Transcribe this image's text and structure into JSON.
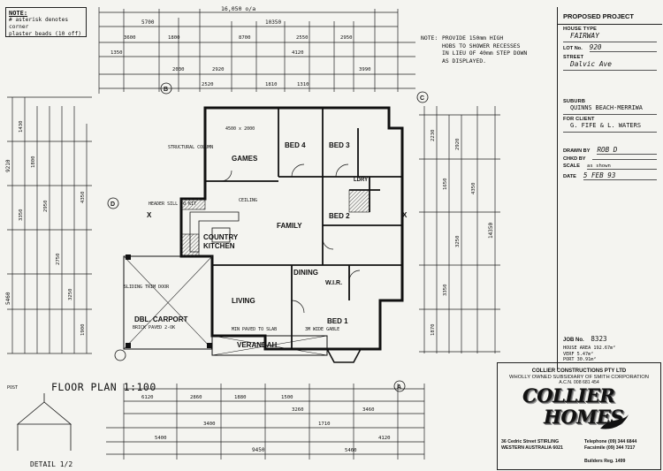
{
  "note_box": {
    "heading": "NOTE:",
    "line1": "# asterisk denotes corner",
    "line2": "plaster beads (10 off)"
  },
  "top_note": {
    "label": "NOTE:",
    "lines": [
      "PROVIDE 150mm HIGH",
      "HOBS TO SHOWER RECESSES",
      "IN LIEU OF 40mm STEP DOWN",
      "AS DISPLAYED."
    ]
  },
  "title_block": {
    "heading": "PROPOSED PROJECT",
    "house_type_label": "HOUSE TYPE",
    "house_type": "FAIRWAY",
    "lot_label": "LOT No.",
    "lot": "920",
    "street_label": "STREET",
    "street": "Dalvic Ave",
    "suburb_label": "SUBURB",
    "suburb": "QUINNS BEACH-MERRIWA",
    "client_label": "FOR CLIENT",
    "client": "G. FIFE & L. WATERS",
    "drawn_label": "DRAWN BY",
    "drawn": "ROB D",
    "checked_label": "CHKD BY",
    "checked": "",
    "scale_label": "SCALE",
    "scale": "as shown",
    "date_label": "DATE",
    "date": "5 FEB 93",
    "job_label": "JOB No.",
    "job": "8323",
    "area_lines": [
      "HOUSE AREA 192.67m²",
      "VERF 5.47m²",
      "PORT 30.91m²"
    ]
  },
  "company": {
    "name": "COLLIER CONSTRUCTIONS PTY LTD",
    "subsidiary": "WHOLLY OWNED SUBSIDIARY OF SMITH CORPORATION",
    "acn": "A.C.N. 008 681 454",
    "logo_word1": "COLLIER",
    "logo_word2": "HOMES",
    "address1": "36 Cedric Street STIRLING",
    "address2": "WESTERN AUSTRALIA 6021",
    "telephone": "Telephone (09) 344 6844",
    "facsimile": "Facsimile (09) 344 7217",
    "builders_reg": "Builders Reg. 1499"
  },
  "plan": {
    "title": "FLOOR PLAN 1:100",
    "detail": "DETAIL 1/2",
    "rooms": {
      "games": "GAMES",
      "bed4": "BED 4",
      "bed3": "BED 3",
      "bed2": "BED 2",
      "bed1": "BED 1",
      "family": "FAMILY",
      "country_kitchen_1": "COUNTRY",
      "country_kitchen_2": "KITCHEN",
      "dining": "DINING",
      "living": "LIVING",
      "wir": "W.I.R.",
      "lndry": "LDRY",
      "carport": "DBL. CARPORT",
      "verandah": "VERANDAH"
    },
    "top_dims": [
      "16,050 o/a",
      "5700",
      "10350",
      "3600",
      "1800",
      "8700",
      "2550",
      "2950",
      "1350",
      "4120",
      "2920",
      "2030",
      "2520",
      "1810",
      "1310",
      "3990"
    ],
    "left_dims": [
      "9210",
      "5460",
      "1430",
      "3350",
      "1800",
      "2950",
      "2750",
      "3250",
      "4350",
      "1900"
    ],
    "right_dims": [
      "14350",
      "4350",
      "2920",
      "3250",
      "1650",
      "3350",
      "2230",
      "1870"
    ],
    "bottom_dims": [
      "6120",
      "2860",
      "1880",
      "1500",
      "3260",
      "3460",
      "3400",
      "5400",
      "9450",
      "5460",
      "1710",
      "4120"
    ],
    "notes": [
      "STRUCTURAL COLUMN",
      "HEADER SILL TO KIT",
      "CEILING",
      "SLIDING TRIM DOOR",
      "BRICK PAVED 2-OK",
      "POST",
      "MIN PAVED TO SLAB",
      "3M WIDE GABLE",
      "4500 x 2000"
    ],
    "section_markers": [
      "A",
      "B",
      "C",
      "D",
      "X",
      "X"
    ]
  }
}
